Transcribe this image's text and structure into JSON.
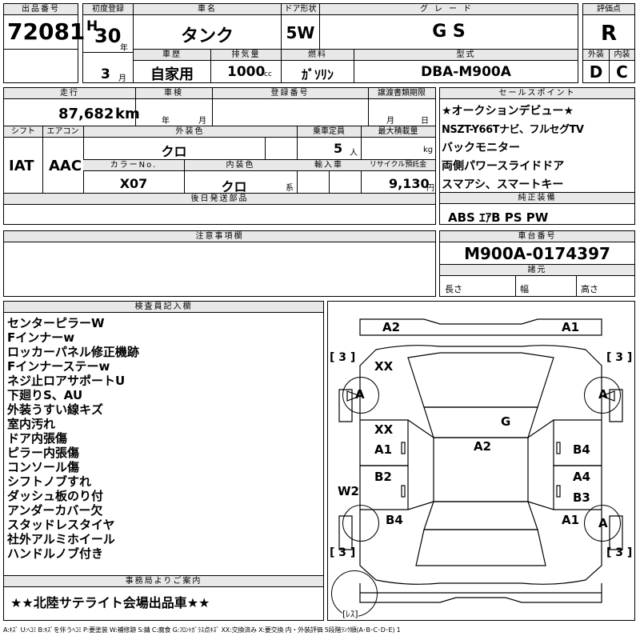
{
  "header_labels": {
    "lot_no": "出品番号",
    "first_reg": "初度登録",
    "car_name": "車名",
    "door": "ドア形状",
    "grade": "グレード",
    "score": "評価点",
    "history": "車歴",
    "displacement": "排気量",
    "fuel": "燃料",
    "model": "型式",
    "exterior": "外装",
    "interior": "内装"
  },
  "lot_no": "72081",
  "era": "H",
  "year": "30",
  "year_unit": "年",
  "month": "3",
  "month_unit": "月",
  "car_name": "タンク",
  "door": "5W",
  "grade": "G S",
  "score": "R",
  "history": "自家用",
  "displacement": "1000",
  "displacement_unit": "cc",
  "fuel": "ｶﾞｿﾘﾝ",
  "model": "DBA-M900A",
  "exterior_score": "D",
  "interior_score": "C",
  "mid_labels": {
    "mileage": "走行",
    "inspection": "車検",
    "reg_no": "登録番号",
    "transfer": "譲渡書類期限",
    "sales_points": "セールスポイント",
    "shift": "シフト",
    "aircon": "エアコン",
    "ext_color": "外装色",
    "capacity": "乗車定員",
    "max_load": "最大積載量",
    "color_no": "カラーNo.",
    "int_color": "内装色",
    "import": "輸入車",
    "recycle": "リサイクル預託金",
    "later_parts": "後日発送部品",
    "genuine": "純正装備"
  },
  "mileage": "87,682",
  "mileage_unit": "km",
  "inspection_year_unit": "年",
  "inspection_month_unit": "月",
  "transfer_month_unit": "月",
  "transfer_day_unit": "日",
  "shift": "IAT",
  "aircon": "AAC",
  "ext_color": "クロ",
  "capacity": "5",
  "capacity_unit": "人",
  "load_unit": "kg",
  "color_no": "X07",
  "int_color": "クロ",
  "int_color_unit": "系",
  "recycle": "9,130",
  "recycle_unit": "円",
  "sales_points": [
    "★オークションデビュー★",
    "NSZT-Y66Tナビ、フルセグTV",
    "バックモニター",
    "両側パワースライドドア",
    "スマアシ、スマートキー"
  ],
  "genuine_equipment": "ABS ｴｱB PS PW",
  "notes_label": "注意事項欄",
  "chassis_label": "車台番号",
  "chassis_no": "M900A-0174397",
  "specs_label": "諸元",
  "spec_length": "長さ",
  "spec_width": "幅",
  "spec_height": "高さ",
  "inspector_label": "検査員記入欄",
  "inspector_remarks": [
    "センターピラーW",
    "Fインナーw",
    "ロッカーパネル修正機跡",
    "Fインナーステーw",
    "ネジ止ロアサポートU",
    "下廻りS、AU",
    "外装うすい線キズ",
    "室内汚れ",
    "ドア内張傷",
    "ピラー内張傷",
    "コンソール傷",
    "シフトノブすれ",
    "ダッシュ板のり付",
    "アンダーカバー欠",
    "スタッドレスタイヤ",
    "社外アルミホイール",
    "ハンドルノブ付き"
  ],
  "office_label": "事務局よりご案内",
  "office_note": "★★北陸サテライト会場出品車★★",
  "diagram": {
    "tread_fl": "[ 3 ]",
    "tread_fr": "[ 3 ]",
    "tread_rl": "[ 3 ]",
    "tread_rr": "[ 3 ]",
    "spare": "[ﾚｽ]",
    "marks": {
      "front_left_bumper": "A2",
      "front_right_bumper": "A1",
      "hood_left": "XX",
      "wheel_fl": "A",
      "wheel_fr": "A",
      "wheel_rr": "A",
      "windshield": "G",
      "roof": "A2",
      "front_door_l": "XX",
      "front_door_l2": "A1",
      "rear_door_l": "B2",
      "front_door_r": "B4",
      "rear_door_r1": "A4",
      "rear_door_r2": "B3",
      "pillar_l": "W2",
      "quarter_l": "B4",
      "quarter_r": "A1"
    }
  },
  "legend": "A:ｷｽﾞ U:ﾍｺﾐ B:ｷｽﾞを伴うﾍｺﾐ P:要塗装 W:補修跡 S:錆 C:腐食 G:ﾌﾛﾝﾄｶﾞﾗｽ点ｷｽﾞ XX:交換済み X:要交換 内・外装評価 5段階ﾗﾝｸ順(A･B･C･D･E) 1"
}
